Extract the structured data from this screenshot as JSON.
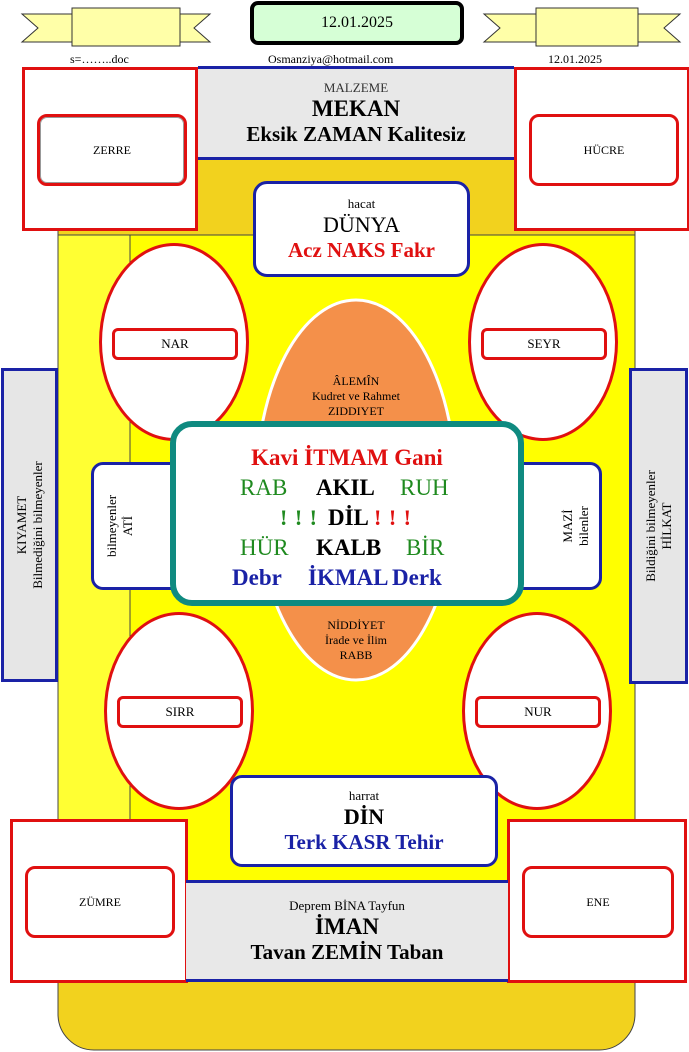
{
  "header": {
    "date_box": "12.01.2025",
    "file_label": "s=……..doc",
    "email": "Osmanziya@hotmail.com",
    "date_right": "12.01.2025"
  },
  "top": {
    "line1": "MALZEME",
    "line2": "MEKAN",
    "line3": "Eksik ZAMAN Kalitesiz"
  },
  "corners": {
    "top_left": "ZERRE",
    "top_right": "HÜCRE",
    "bottom_left": "ZÜMRE",
    "bottom_right": "ENE"
  },
  "dunya": {
    "line1": "hacat",
    "line2": "DÜNYA",
    "line3": "Acz NAKS Fakr"
  },
  "ovals": {
    "top_left": "NAR",
    "top_right": "SEYR",
    "bottom_left": "SIRR",
    "bottom_right": "NUR"
  },
  "center_oval": {
    "top_line1": "ÂLEMÎN",
    "top_line2": "Kudret ve Rahmet",
    "top_line3": "ZIDDIYET",
    "bottom_line1": "NİDDİYET",
    "bottom_line2": "İrade ve İlim",
    "bottom_line3": "RABB"
  },
  "center_box": {
    "row1": "Kavi İTMAM Gani",
    "row2_left": "RAB",
    "row2_mid": "AKIL",
    "row2_right": "RUH",
    "row3_marks_left": "! ! !",
    "row3_mid": "DİL",
    "row3_marks_right": "! ! !",
    "row4_left": "HÜR",
    "row4_mid": "KALB",
    "row4_right": "BİR",
    "row5_left": "Debr",
    "row5_mid": "İKMAL",
    "row5_right": "Derk"
  },
  "side": {
    "left_inner_line1": "bilmeyenler",
    "left_inner_line2": "ATİ",
    "right_inner_line1": "MAZİ",
    "right_inner_line2": "bilenler",
    "left_outer_line1": "KIYAMET",
    "left_outer_line2": "Bilmediğini bilmeyenler",
    "right_outer_line1": "Bildiğini bilmeyenler",
    "right_outer_line2": "HİLKAT"
  },
  "din": {
    "line1": "harrat",
    "line2": "DİN",
    "line3": "Terk KASR Tehir"
  },
  "bottom": {
    "line1": "Deprem BİNA Tayfun",
    "line2": "İMAN",
    "line3": "Tavan ZEMİN Taban"
  }
}
